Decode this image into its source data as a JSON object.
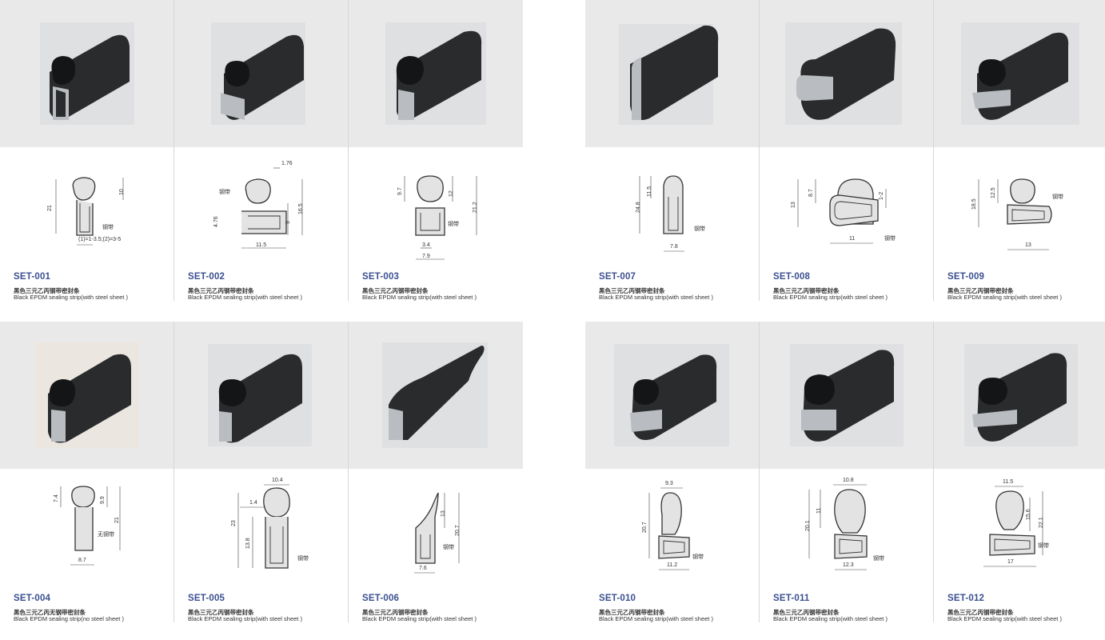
{
  "products": [
    {
      "code": "SET-001",
      "name_cn": "黑色三元乙丙钢带密封条",
      "name_en": "Black EPDM sealing strip(with steel sheet )",
      "dims": [
        "21",
        "10",
        "(1)=1-3.5;(2)=3-5"
      ],
      "steel_label": "钢带"
    },
    {
      "code": "SET-002",
      "name_cn": "黑色三元乙丙钢带密封条",
      "name_en": "Black EPDM sealing strip(with steel sheet )",
      "dims": [
        "1.76",
        "16.5",
        "9",
        "4.76",
        "11.5"
      ],
      "steel_label": "钢带"
    },
    {
      "code": "SET-003",
      "name_cn": "黑色三元乙丙钢带密封条",
      "name_en": "Black EPDM sealing strip(with steel sheet )",
      "dims": [
        "9.7",
        "12",
        "21.2",
        "3.4",
        "7.9"
      ],
      "steel_label": "钢带"
    },
    {
      "code": "SET-004",
      "name_cn": "黑色三元乙丙无钢带密封条",
      "name_en": "Black EPDM sealing strip(no steel sheet )",
      "dims": [
        "7.4",
        "9.9",
        "21",
        "8.7"
      ],
      "steel_label": "无钢带"
    },
    {
      "code": "SET-005",
      "name_cn": "黑色三元乙丙钢带密封条",
      "name_en": "Black EPDM sealing strip(with steel sheet )",
      "dims": [
        "10.4",
        "1.4",
        "23",
        "13.8"
      ],
      "steel_label": "钢带"
    },
    {
      "code": "SET-006",
      "name_cn": "黑色三元乙丙钢带密封条",
      "name_en": "Black EPDM sealing strip(with steel sheet )",
      "dims": [
        "13",
        "20.7",
        "7.6"
      ],
      "steel_label": "钢带"
    },
    {
      "code": "SET-007",
      "name_cn": "黑色三元乙丙钢带密封条",
      "name_en": "Black EPDM sealing strip(with steel sheet )",
      "dims": [
        "11.5",
        "24.8",
        "7.8"
      ],
      "steel_label": "钢带"
    },
    {
      "code": "SET-008",
      "name_cn": "黑色三元乙丙钢带密封条",
      "name_en": "Black EPDM sealing strip(with steel sheet )",
      "dims": [
        "13",
        "8.7",
        "1-2",
        "11"
      ],
      "steel_label": "钢带"
    },
    {
      "code": "SET-009",
      "name_cn": "黑色三元乙丙钢带密封条",
      "name_en": "Black EPDM sealing strip(with steel sheet )",
      "dims": [
        "18.5",
        "12.5",
        "13"
      ],
      "steel_label": "钢带"
    },
    {
      "code": "SET-010",
      "name_cn": "黑色三元乙丙钢带密封条",
      "name_en": "Black EPDM sealing strip(with steel sheet )",
      "dims": [
        "9.3",
        "20.7",
        "11.2"
      ],
      "steel_label": "钢带"
    },
    {
      "code": "SET-011",
      "name_cn": "黑色三元乙丙钢带密封条",
      "name_en": "Black EPDM sealing strip(with steel sheet )",
      "dims": [
        "10.8",
        "11",
        "20.1",
        "12.3"
      ],
      "steel_label": "钢带"
    },
    {
      "code": "SET-012",
      "name_cn": "黑色三元乙丙钢带密封条",
      "name_en": "Black EPDM sealing strip(with steel sheet )",
      "dims": [
        "11.5",
        "15.6",
        "22.1",
        "17"
      ],
      "steel_label": "钢带"
    }
  ],
  "colors": {
    "photo_bg": "#e9e9ea",
    "rubber": "#2a2b2d",
    "steel": "#b9bcc0",
    "code_text": "#3a4f8f"
  }
}
